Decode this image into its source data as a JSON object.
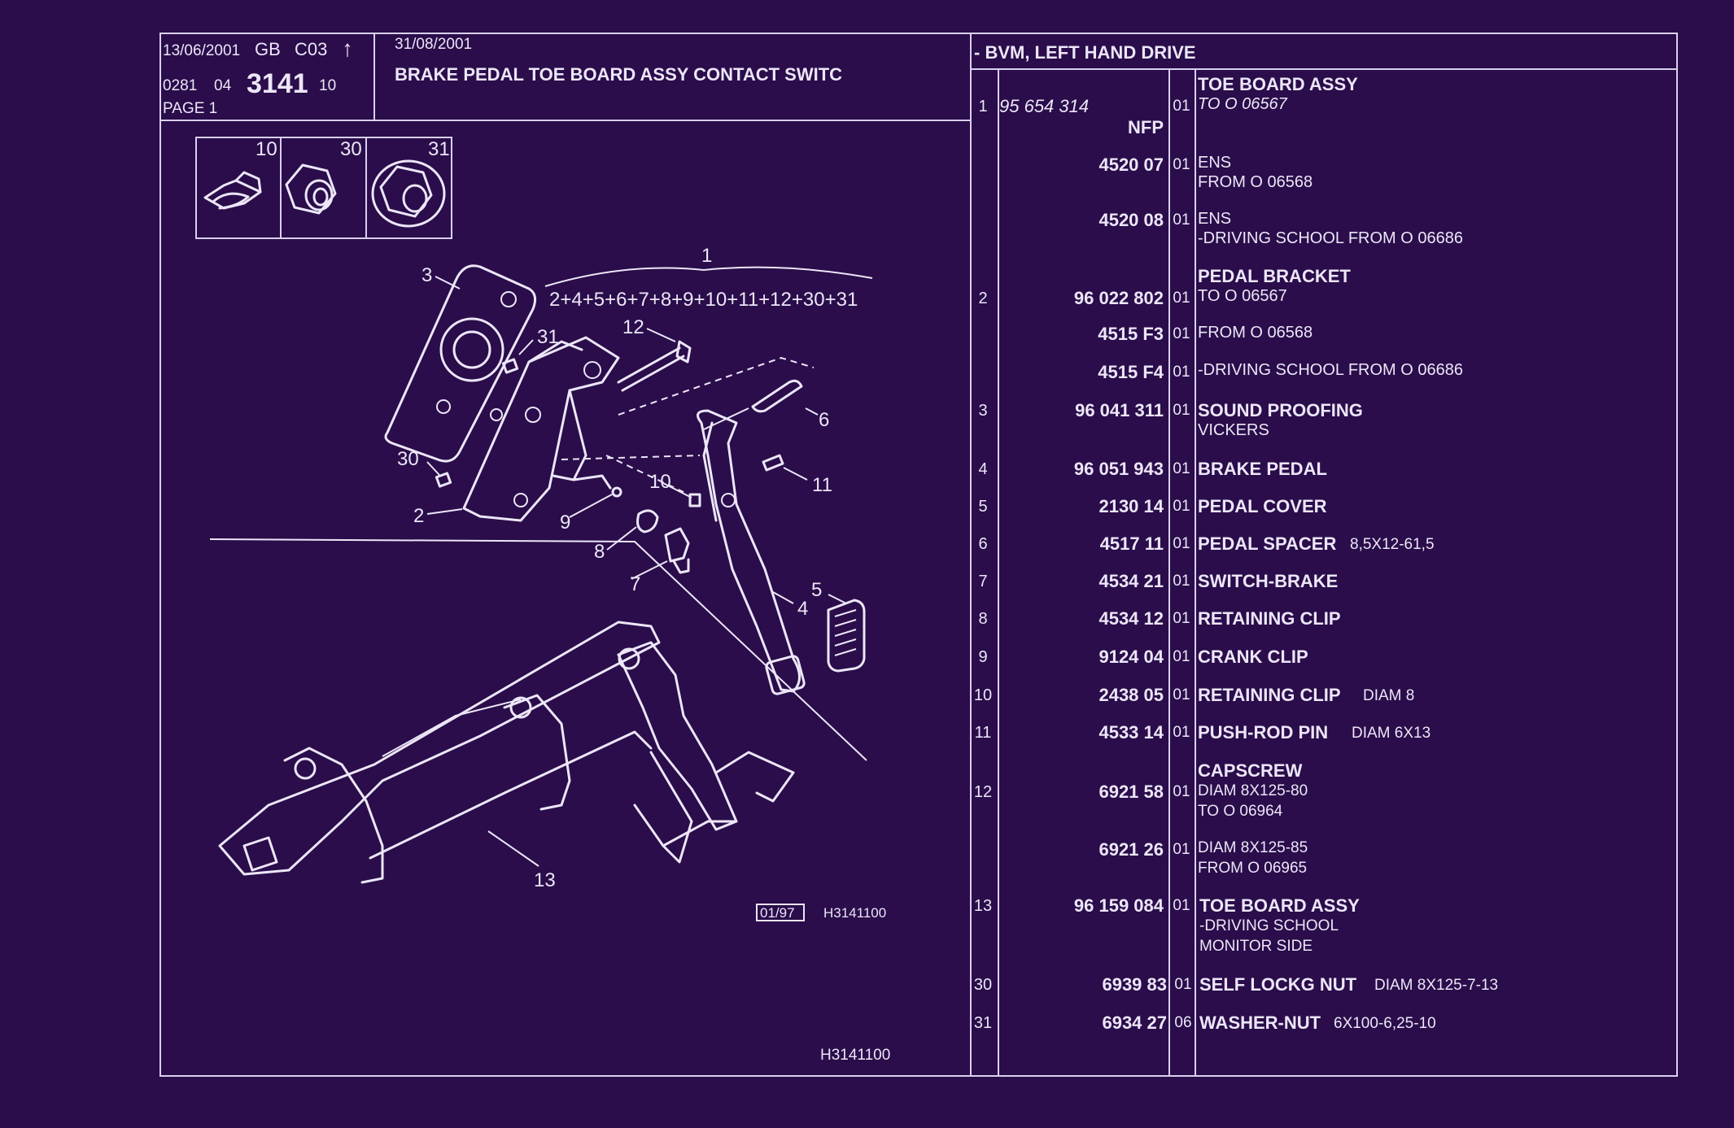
{
  "header": {
    "date1": "13/06/2001",
    "lang": "GB",
    "code": "C03",
    "arrow": "↑",
    "ref_prefix": "0281",
    "ref_group": "04",
    "ref_main": "3141",
    "ref_suffix": "10",
    "page": "PAGE 1",
    "date2": "31/08/2001",
    "title": "BRAKE PEDAL TOE BOARD ASSY CONTACT SWITC",
    "variant": "- BVM, LEFT HAND DRIVE"
  },
  "thumbs": [
    "10",
    "30",
    "31"
  ],
  "diagram": {
    "assembly_ref": "1",
    "assembly_formula": "2+4+5+6+7+8+9+10+11+12+30+31",
    "callouts": [
      "3",
      "31",
      "12",
      "6",
      "30",
      "10",
      "11",
      "2",
      "9",
      "8",
      "7",
      "5",
      "4",
      "13"
    ],
    "stamp": "01/97",
    "code": "H3141100",
    "footer_code": "H3141100"
  },
  "rows": [
    {
      "ref": "1",
      "part": "95 654 314",
      "qty": "01",
      "name": "TOE BOARD ASSY",
      "spec": "",
      "notes": [
        "TO  O  06567"
      ]
    },
    {
      "ref": "",
      "part": "NFP",
      "qty": "",
      "name": "",
      "spec": "",
      "notes": []
    },
    {
      "ref": "",
      "part": "4520 07",
      "qty": "01",
      "name": "",
      "spec": "",
      "notes": [
        "ENS",
        "FROM  O  06568"
      ]
    },
    {
      "ref": "",
      "part": "4520 08",
      "qty": "01",
      "name": "",
      "spec": "",
      "notes": [
        "ENS",
        "-DRIVING SCHOOL FROM  O  06686"
      ]
    },
    {
      "ref": "2",
      "part": "96 022 802",
      "qty": "01",
      "name": "PEDAL BRACKET",
      "spec": "",
      "notes": [
        "TO  O  06567"
      ]
    },
    {
      "ref": "",
      "part": "4515 F3",
      "qty": "01",
      "name": "",
      "spec": "",
      "notes": [
        "FROM  O  06568"
      ]
    },
    {
      "ref": "",
      "part": "4515 F4",
      "qty": "01",
      "name": "",
      "spec": "",
      "notes": [
        "-DRIVING SCHOOL FROM  O  06686"
      ]
    },
    {
      "ref": "3",
      "part": "96 041 311",
      "qty": "01",
      "name": "SOUND PROOFING",
      "spec": "",
      "notes": [
        "VICKERS"
      ]
    },
    {
      "ref": "4",
      "part": "96 051 943",
      "qty": "01",
      "name": "BRAKE PEDAL",
      "spec": "",
      "notes": []
    },
    {
      "ref": "5",
      "part": "2130 14",
      "qty": "01",
      "name": "PEDAL COVER",
      "spec": "",
      "notes": []
    },
    {
      "ref": "6",
      "part": "4517 11",
      "qty": "01",
      "name": "PEDAL SPACER",
      "spec": "8,5X12-61,5",
      "notes": []
    },
    {
      "ref": "7",
      "part": "4534 21",
      "qty": "01",
      "name": "SWITCH-BRAKE",
      "spec": "",
      "notes": []
    },
    {
      "ref": "8",
      "part": "4534 12",
      "qty": "01",
      "name": "RETAINING CLIP",
      "spec": "",
      "notes": []
    },
    {
      "ref": "9",
      "part": "9124 04",
      "qty": "01",
      "name": "CRANK CLIP",
      "spec": "",
      "notes": []
    },
    {
      "ref": "10",
      "part": "2438 05",
      "qty": "01",
      "name": "RETAINING CLIP",
      "spec": "DIAM 8",
      "notes": []
    },
    {
      "ref": "11",
      "part": "4533 14",
      "qty": "01",
      "name": "PUSH-ROD PIN",
      "spec": "DIAM 6X13",
      "notes": []
    },
    {
      "ref": "12",
      "part": "6921 58",
      "qty": "01",
      "name": "CAPSCREW",
      "spec": "",
      "notes": [
        "DIAM 8X125-80",
        "TO  O  06964"
      ]
    },
    {
      "ref": "",
      "part": "6921 26",
      "qty": "01",
      "name": "",
      "spec": "",
      "notes": [
        "DIAM 8X125-85",
        "FROM  O  06965"
      ]
    },
    {
      "ref": "13",
      "part": "96 159 084",
      "qty": "01",
      "name": "TOE BOARD ASSY",
      "spec": "",
      "notes": [
        "-DRIVING SCHOOL",
        "MONITOR SIDE"
      ]
    },
    {
      "ref": "30",
      "part": "6939 83",
      "qty": "01",
      "name": "SELF LOCKG NUT",
      "spec": "DIAM 8X125-7-13",
      "notes": []
    },
    {
      "ref": "31",
      "part": "6934 27",
      "qty": "06",
      "name": "WASHER-NUT",
      "spec": "6X100-6,25-10",
      "notes": []
    }
  ]
}
